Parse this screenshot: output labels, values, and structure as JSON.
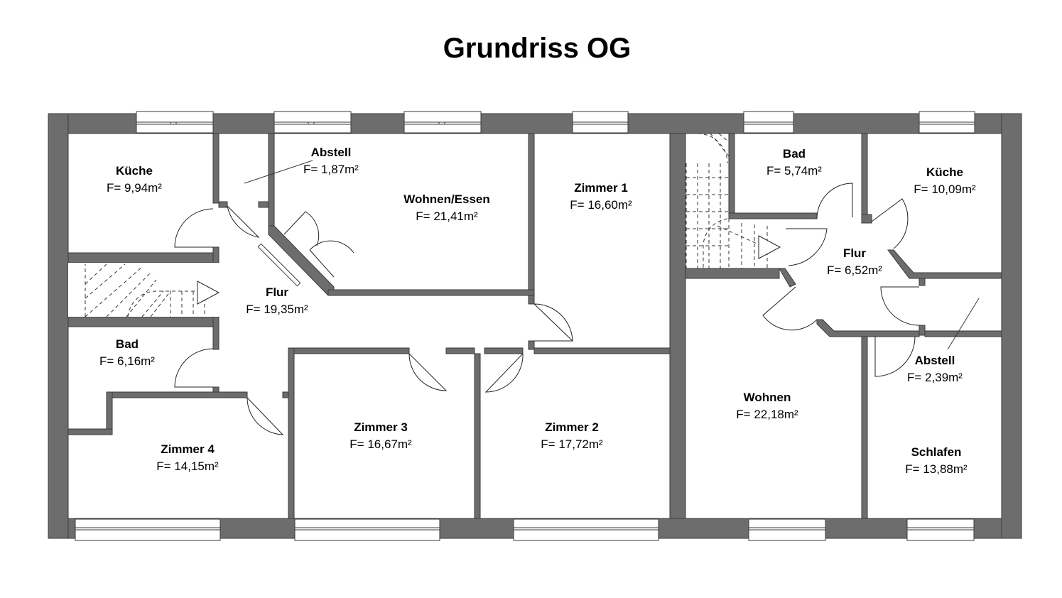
{
  "title": "Grundriss OG",
  "colors": {
    "wall": "#6d6d6d",
    "background": "#ffffff",
    "line": "#222222"
  },
  "rooms": [
    {
      "id": "kueche-1",
      "name": "Küche",
      "area": "F= 9,94m²"
    },
    {
      "id": "abstell-1",
      "name": "Abstell",
      "area": "F= 1,87m²"
    },
    {
      "id": "wohnen-essen",
      "name": "Wohnen/Essen",
      "area": "F= 21,41m²"
    },
    {
      "id": "zimmer-1",
      "name": "Zimmer 1",
      "area": "F= 16,60m²"
    },
    {
      "id": "flur-1",
      "name": "Flur",
      "area": "F= 19,35m²"
    },
    {
      "id": "bad-1",
      "name": "Bad",
      "area": "F= 6,16m²"
    },
    {
      "id": "zimmer-4",
      "name": "Zimmer 4",
      "area": "F= 14,15m²"
    },
    {
      "id": "zimmer-3",
      "name": "Zimmer 3",
      "area": "F= 16,67m²"
    },
    {
      "id": "zimmer-2",
      "name": "Zimmer 2",
      "area": "F= 17,72m²"
    },
    {
      "id": "bad-2",
      "name": "Bad",
      "area": "F= 5,74m²"
    },
    {
      "id": "kueche-2",
      "name": "Küche",
      "area": "F= 10,09m²"
    },
    {
      "id": "flur-2",
      "name": "Flur",
      "area": "F= 6,52m²"
    },
    {
      "id": "abstell-2",
      "name": "Abstell",
      "area": "F= 2,39m²"
    },
    {
      "id": "wohnen",
      "name": "Wohnen",
      "area": "F= 22,18m²"
    },
    {
      "id": "schlafen",
      "name": "Schlafen",
      "area": "F= 13,88m²"
    }
  ]
}
